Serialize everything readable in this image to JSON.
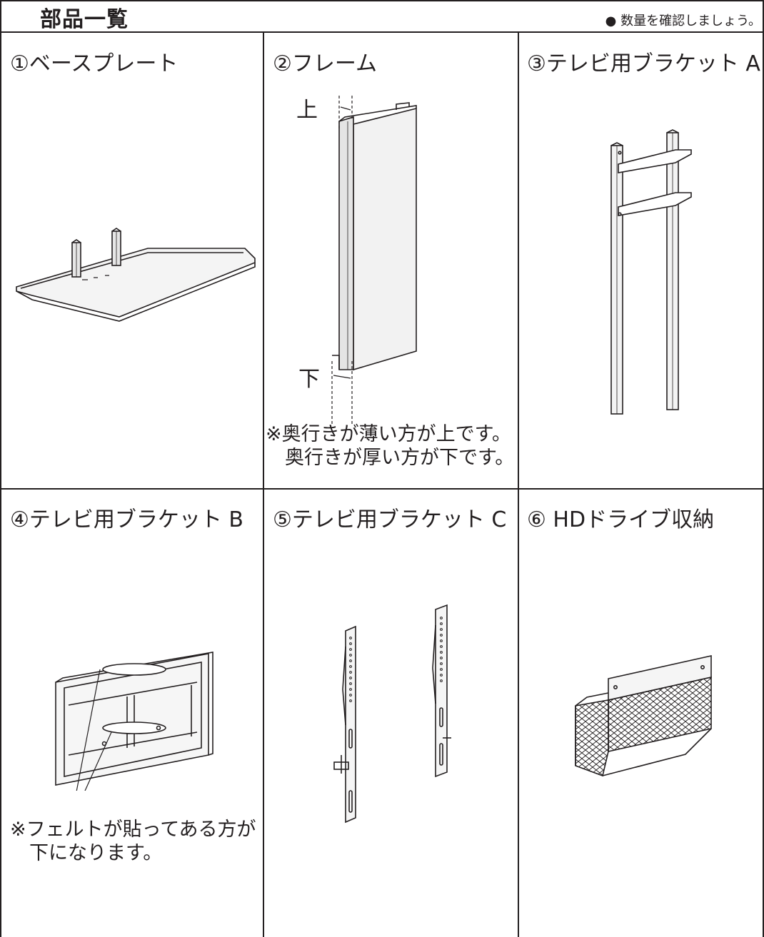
{
  "header": {
    "title": "部品一覧",
    "note": "● 数量を確認しましょう。"
  },
  "parts": [
    {
      "label": "①ベースプレート",
      "remark": ""
    },
    {
      "label": "②フレーム",
      "remark": "※奥行きが薄い方が上です。\n　奥行きが厚い方が下です。",
      "top_mark": "上",
      "bottom_mark": "下"
    },
    {
      "label": "③テレビ用ブラケット A",
      "remark": ""
    },
    {
      "label": "④テレビ用ブラケット B",
      "remark": "※フェルトが貼ってある方が\n　下になります。"
    },
    {
      "label": "⑤テレビ用ブラケット C",
      "remark": ""
    },
    {
      "label": "⑥ HDドライブ収納",
      "remark": ""
    }
  ]
}
